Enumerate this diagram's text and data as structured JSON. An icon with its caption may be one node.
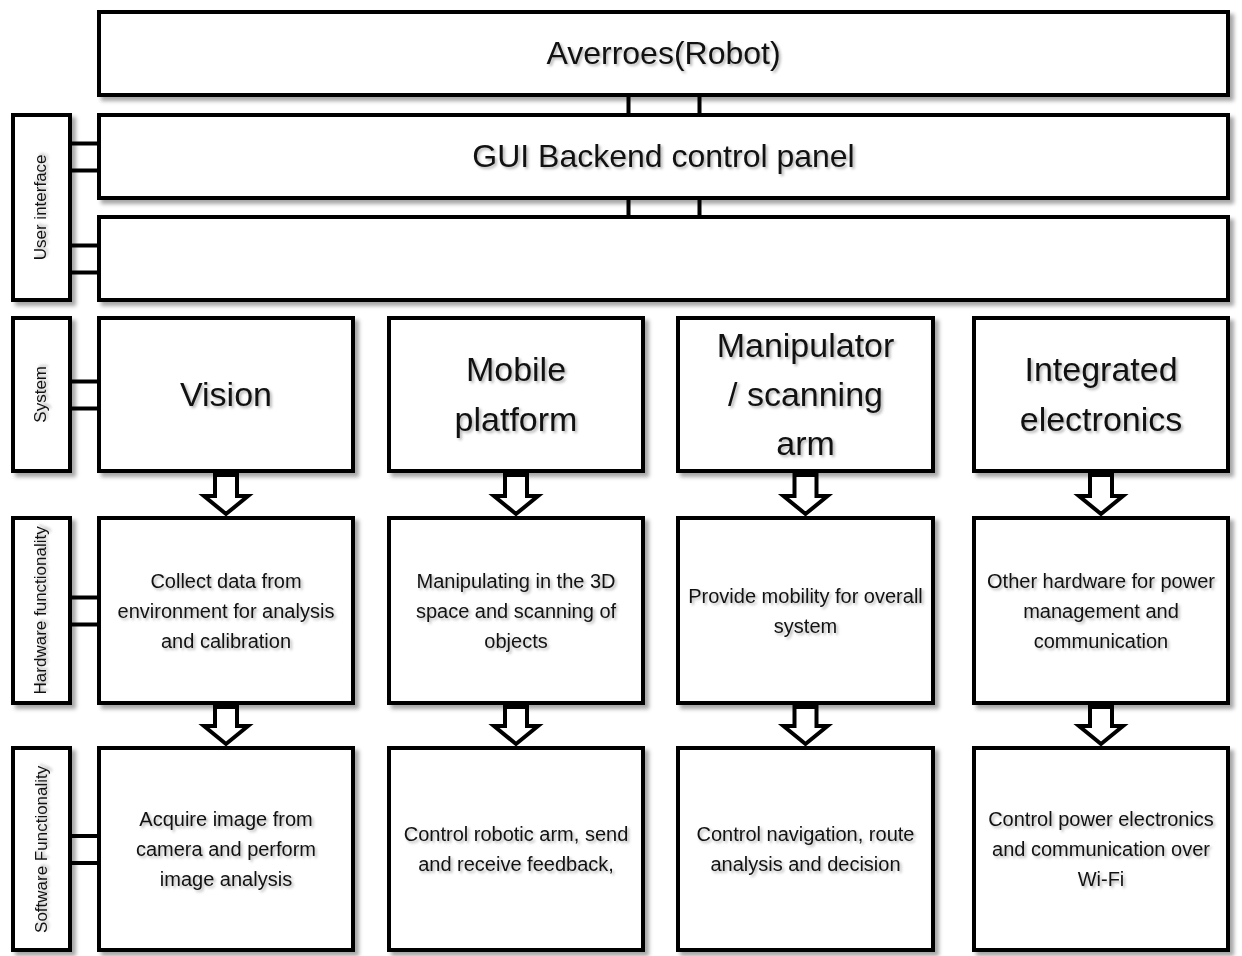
{
  "diagram": {
    "nodes": [
      {
        "text": [
          "Averroes(Robot)"
        ]
      },
      {
        "text": [
          "User interface"
        ]
      },
      {
        "text": [
          "GUI Backend control panel"
        ]
      },
      {
        "text": [],
        "shape": "box"
      },
      {
        "text": [
          "System"
        ]
      },
      {
        "text": [
          "Vision"
        ]
      },
      {
        "text": [
          "Mobile platform"
        ]
      },
      {
        "text": [
          "Manipulator / scanning arm"
        ]
      },
      {
        "text": [
          "Integrated electronics"
        ]
      },
      {
        "text": [
          "Hardware functionality"
        ]
      },
      {
        "text": [
          "Collect data from environment for analysis and calibration"
        ]
      },
      {
        "text": [
          "Manipulating in the 3D space and scanning of objects"
        ]
      },
      {
        "text": [
          "Provide mobility for overall system"
        ]
      },
      {
        "text": [
          "Other hardware for power management and communication"
        ]
      },
      {
        "text": [
          "Software Functionality"
        ]
      },
      {
        "text": [
          "Acquire image from camera and perform image analysis"
        ]
      },
      {
        "text": [
          "Control robotic arm, send and receive feedback,"
        ]
      },
      {
        "text": [
          "Control navigation, route analysis and decision"
        ]
      },
      {
        "text": [
          "Control power electronics and communication over Wi-Fi"
        ]
      }
    ],
    "edges": [
      {
        "from": 0,
        "to": 2,
        "arrow": "none"
      },
      {
        "from": 2,
        "to": 3,
        "arrow": "none"
      },
      {
        "from": 1,
        "to": 2,
        "arrow": "none"
      },
      {
        "from": 1,
        "to": 3,
        "arrow": "none"
      },
      {
        "from": 4,
        "to": 5,
        "arrow": "none"
      },
      {
        "from": 9,
        "to": 10,
        "arrow": "none"
      },
      {
        "from": 14,
        "to": 15,
        "arrow": "none"
      },
      {
        "from": 5,
        "to": 10,
        "arrow": "to",
        "style": "thick"
      },
      {
        "from": 6,
        "to": 11,
        "arrow": "to",
        "style": "thick"
      },
      {
        "from": 7,
        "to": 12,
        "arrow": "to",
        "style": "thick"
      },
      {
        "from": 8,
        "to": 13,
        "arrow": "to",
        "style": "thick"
      },
      {
        "from": 10,
        "to": 15,
        "arrow": "to",
        "style": "thick"
      },
      {
        "from": 11,
        "to": 16,
        "arrow": "to",
        "style": "thick"
      },
      {
        "from": 12,
        "to": 17,
        "arrow": "to",
        "style": "thick"
      },
      {
        "from": 13,
        "to": 18,
        "arrow": "to",
        "style": "thick"
      }
    ]
  }
}
